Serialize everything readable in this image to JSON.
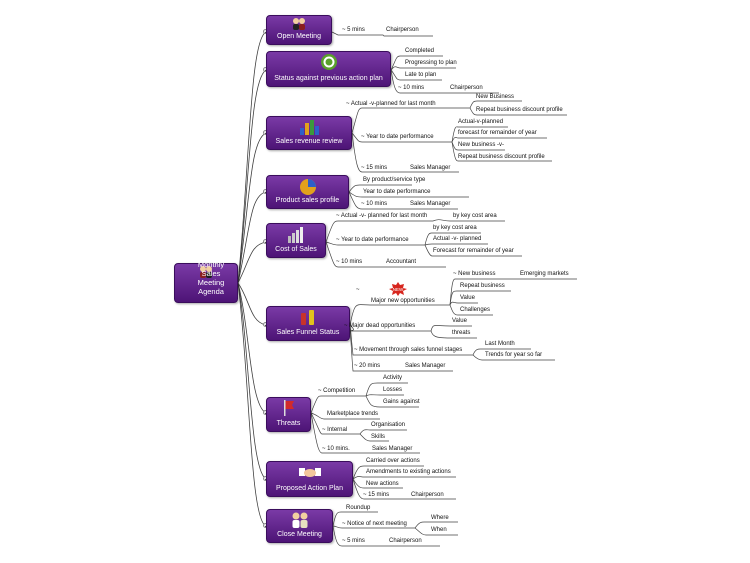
{
  "root": {
    "label_line1": "Monthly Sales",
    "label_line2": "Meeting Agenda",
    "icon": "people-icon"
  },
  "branches": {
    "open_meeting": {
      "label": "Open Meeting",
      "icon": "people-icon",
      "items": [
        "~ 5 mins",
        "Chairperson"
      ]
    },
    "status": {
      "label": "Status against previous action plan",
      "icon": "target-icon",
      "items": [
        "Completed",
        "Progressing to plan",
        "Late to plan",
        "~ 10 mins",
        "Chairperson"
      ]
    },
    "sales_revenue": {
      "label": "Sales revenue review",
      "icon": "bar-chart-icon",
      "items": [
        "~ Actual -v-planned for last month",
        "New Business",
        "Repeat business discount profile",
        "~ Year to date performance",
        "Actual-v-planned",
        "forecast for remainder of year",
        "New business -v-",
        "Repeat business discount profile",
        "~ 15 mins",
        "Sales Manager"
      ]
    },
    "product_sales": {
      "label": "Product sales profile",
      "icon": "pie-chart-icon",
      "items": [
        "By product/service type",
        "Year to date performance",
        "~ 10 mins",
        "Sales Manager"
      ]
    },
    "cost_of_sales": {
      "label": "Cost of Sales",
      "icon": "bar-chart-icon",
      "items": [
        "~ Actual -v- planned for last month",
        "by key cost area",
        "~ Year to date performance",
        "by key cost area",
        "Actual -v- planned",
        "Forecast for remainder of year",
        "~ 10 mins",
        "Accountant"
      ]
    },
    "sales_funnel": {
      "label": "Sales Funnel Status",
      "icon": "funnel-icon",
      "items": [
        "~",
        "NEW",
        "Major new opportunities",
        "~ New business",
        "Emerging markets",
        "Repeat business",
        "Value",
        "Challenges",
        "~ Major dead opportunities",
        "Value",
        "threats",
        "~ Movement through sales funnel stages",
        "Last Month",
        "Trends for year so far",
        "~ 20 mins",
        "Sales Manager"
      ]
    },
    "threats": {
      "label": "Threats",
      "icon": "flag-icon",
      "items": [
        "~ Competition",
        "Activity",
        "Losses",
        "Gains against",
        "Marketplace trends",
        "~ Internal",
        "Organisation",
        "Skills",
        "~ 10 mins.",
        "Sales Manager"
      ]
    },
    "action_plan": {
      "label": "Proposed Action Plan",
      "icon": "handshake-icon",
      "items": [
        "Carried over actions",
        "Amendments to existing actions",
        "New actions",
        "~ 15 mins",
        "Chairperson"
      ]
    },
    "close": {
      "label": "Close Meeting",
      "icon": "people-icon",
      "items": [
        "Roundup",
        "~ Notice of next meeting",
        "Where",
        "When",
        "~ 5 mins",
        "Chairperson"
      ]
    }
  },
  "colors": {
    "node_top": "#7a3aa6",
    "node_bottom": "#4d1476",
    "connector": "#444444",
    "text": "#111111"
  }
}
